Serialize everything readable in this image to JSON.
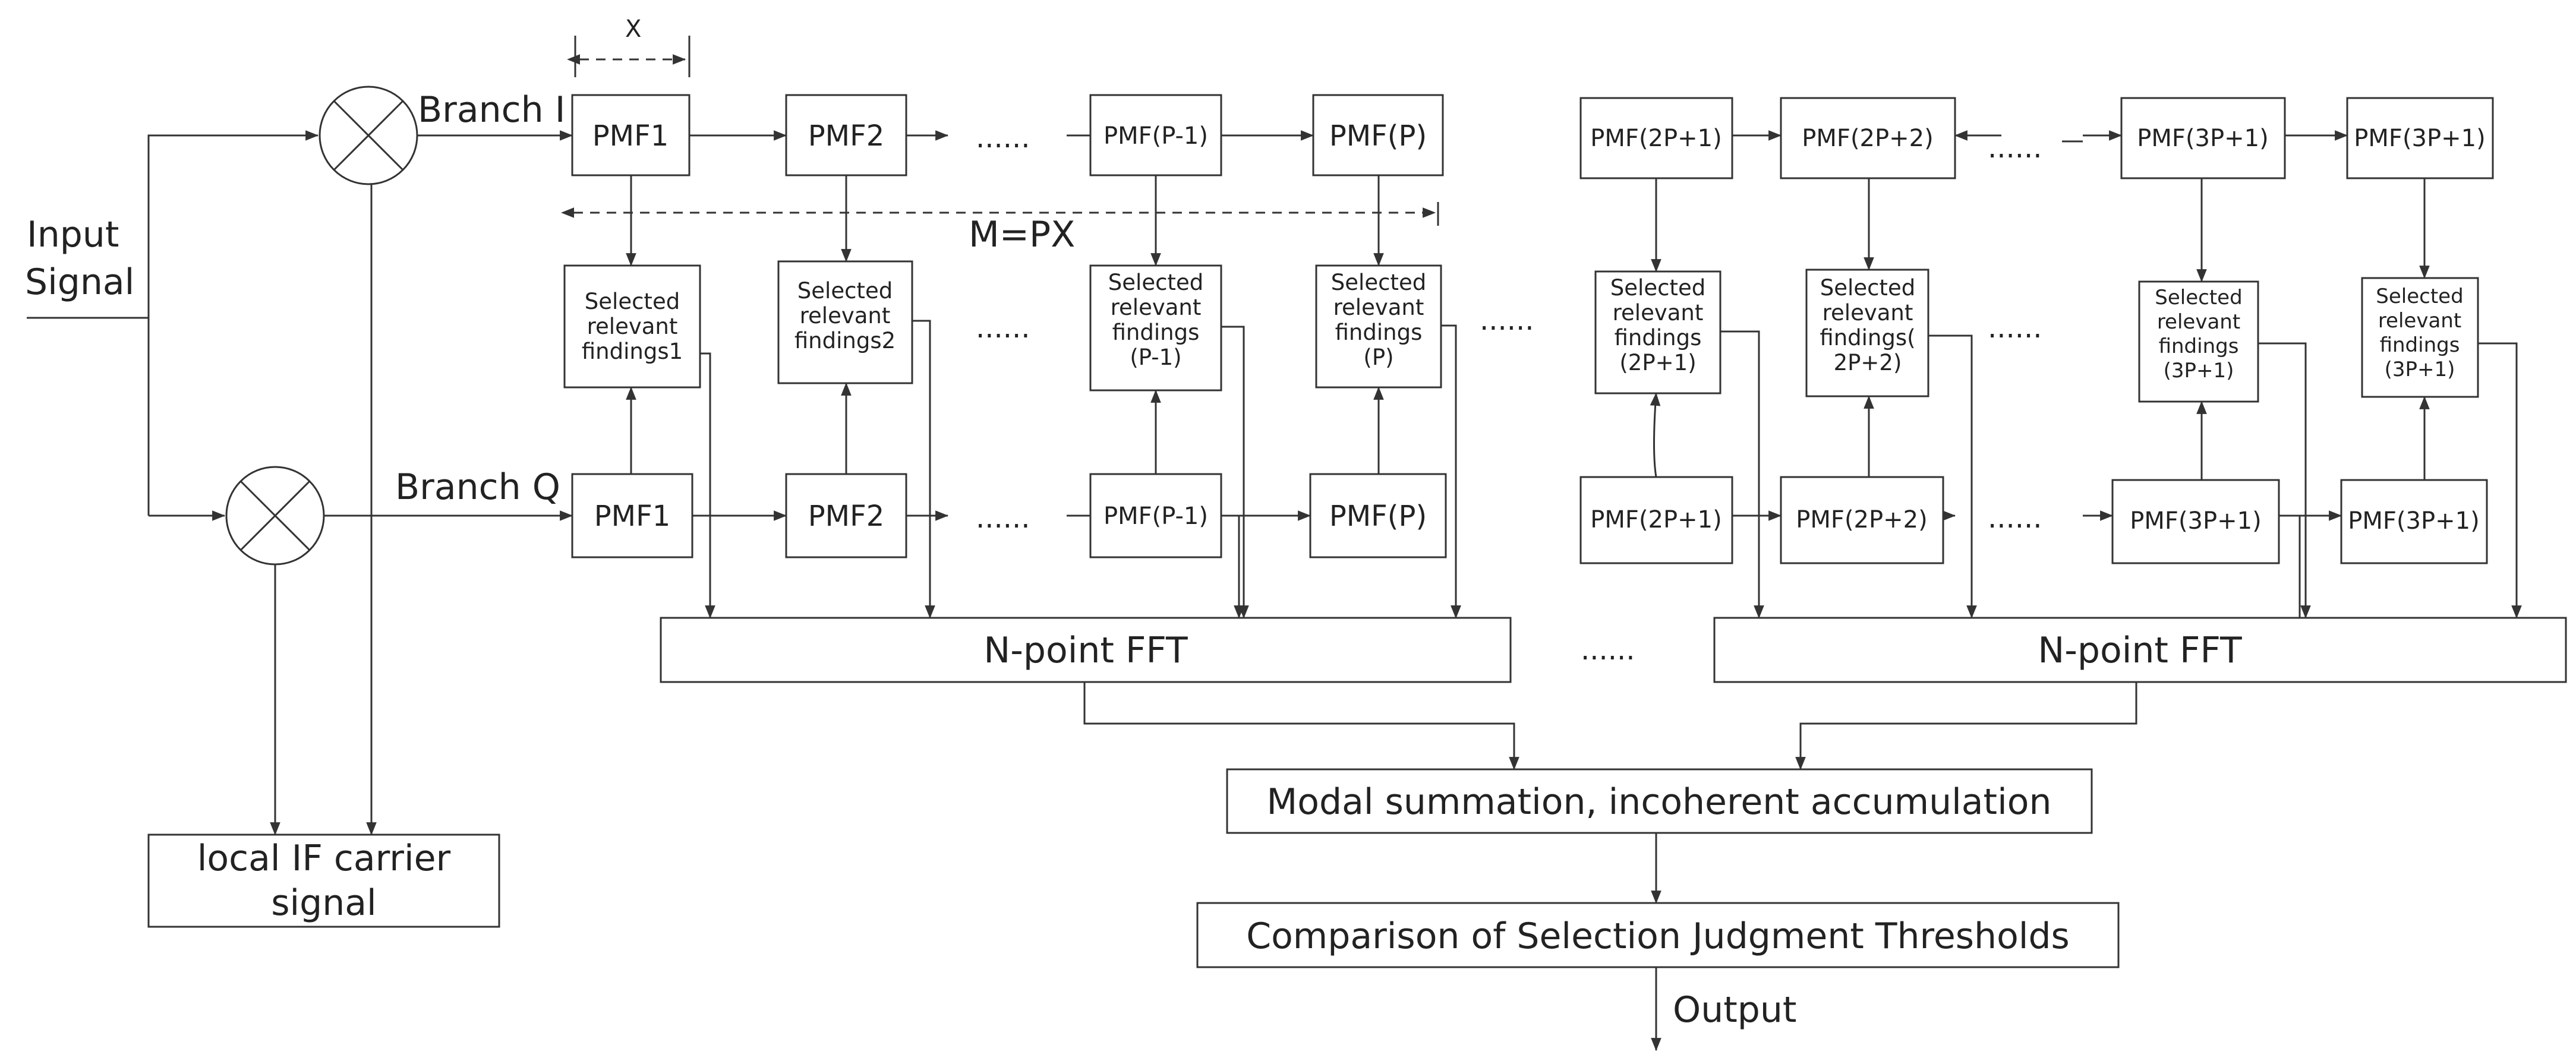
{
  "colors": {
    "stroke": "#333333",
    "text": "#222222",
    "background": "#ffffff"
  },
  "labels": {
    "input_signal_line1": "Input",
    "input_signal_line2": "Signal",
    "branch_i": "Branch I",
    "branch_q": "Branch Q",
    "x": "X",
    "m_eq_px": "M=PX",
    "ellipsis": "......",
    "output": "Output"
  },
  "oscillator": {
    "line1": "local IF carrier",
    "line2": "signal"
  },
  "pmf": {
    "pmf1": "PMF1",
    "pmf2": "PMF2",
    "pmf_p_1": "PMF(P-1)",
    "pmf_p": "PMF(P)",
    "pmf_2p1": "PMF(2P+1)",
    "pmf_2p2": "PMF(2P+2)",
    "pmf_3p1": "PMF(3P+1)"
  },
  "selected": {
    "s1": [
      "Selected",
      "relevant",
      "findings1"
    ],
    "s2": [
      "Selected",
      "relevant",
      "findings2"
    ],
    "s3": [
      "Selected",
      "relevant",
      "findings",
      "(P-1)"
    ],
    "s4": [
      "Selected",
      "relevant",
      "findings",
      "(P)"
    ],
    "s5": [
      "Selected",
      "relevant",
      "findings",
      "(2P+1)"
    ],
    "s6": [
      "Selected",
      "relevant",
      "findings(",
      "2P+2)"
    ],
    "s7": [
      "Selected",
      "relevant",
      "findings",
      "(3P+1)"
    ],
    "s8": [
      "Selected",
      "relevant",
      "findings",
      "(3P+1)"
    ]
  },
  "fft": {
    "label": "N-point FFT"
  },
  "modal": {
    "label": "Modal summation, incoherent accumulation"
  },
  "compare": {
    "label": "Comparison of Selection Judgment Thresholds"
  }
}
